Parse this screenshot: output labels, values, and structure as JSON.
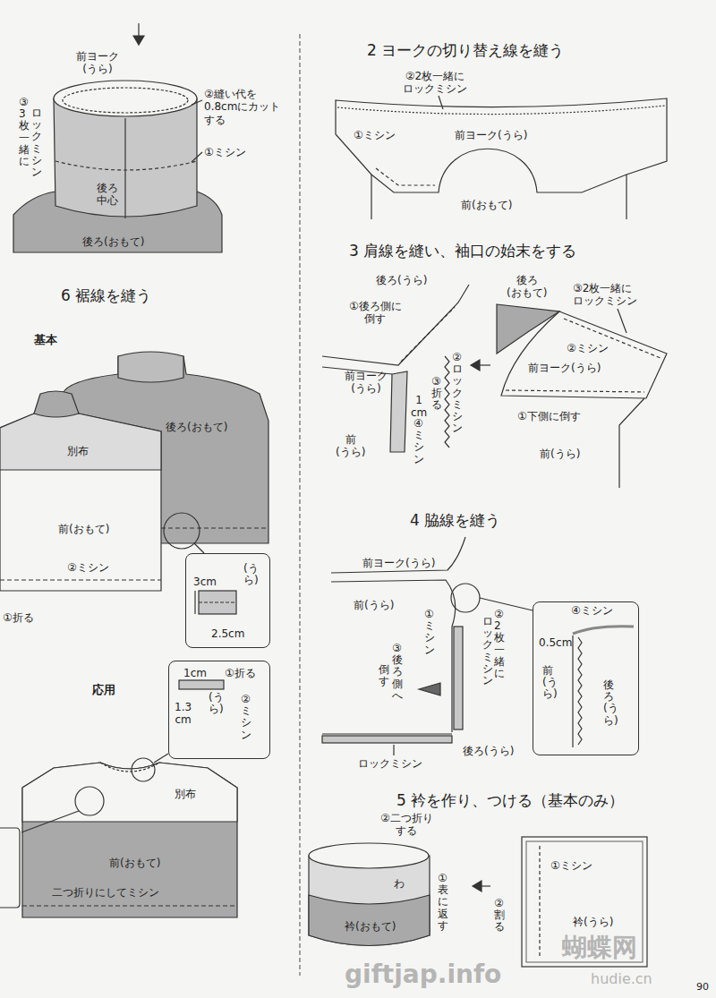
{
  "diagram": {
    "nodes": [
      {
        "text": [
          "3cm",
          "(うら)",
          "2.5cm"
        ]
      },
      {
        "text": [
          "1cm",
          "①折る",
          "1.3 cm",
          "(うら)",
          "②ミシン"
        ]
      },
      {
        "text": [
          "④ミシン",
          "0.5cm",
          "前(うら)",
          "後ろ(うら)"
        ]
      },
      {
        "text": [
          "①ミシン",
          "②割る",
          "衿(うら)"
        ]
      }
    ],
    "labels": [
      "前ヨーク (うら)",
      "②縫い代を 0.8cmにカット する",
      "③3枚一緒に",
      "ロックミシン",
      "①ミシン",
      "後ろ 中心",
      "後ろ(おもて)",
      "6 裾線を縫う",
      "基本",
      "後ろ(おもて)",
      "別布",
      "前(おもて)",
      "②ミシン",
      "①折る",
      "応用",
      "別布",
      "前(おもて)",
      "二つ折りにしてミシン",
      "2 ヨークの切り替え線を縫う",
      "②2枚一緒に ロックミシン",
      "①ミシン",
      "前ヨーク(うら)",
      "前(おもて)",
      "3 肩線を縫い、袖口の始末をする",
      "後ろ(うら)",
      "①後ろ側に 倒す",
      "前ヨーク (うら)",
      "③折る",
      "1 cm",
      "②ロックミシン",
      "④ミシン",
      "前 (うら)",
      "後ろ (おもて)",
      "③2枚一緒に ロックミシン",
      "②ミシン",
      "前ヨーク(うら)",
      "①下側に倒す",
      "前(うら)",
      "4 脇線を縫う",
      "前ヨーク(うら)",
      "前(うら)",
      "①ミシン",
      "③後ろ側へ",
      "倒す",
      "②2枚一緒に",
      "ロックミシン",
      "後ろ(うら)",
      "ロックミシン",
      "5 衿を作り、つける（基本のみ）",
      "②二つ折り する",
      "わ",
      "①表に返す",
      "衿(おもて)",
      "giftjap.info",
      "蝴蝶网",
      "hudie.cn",
      "90"
    ]
  }
}
